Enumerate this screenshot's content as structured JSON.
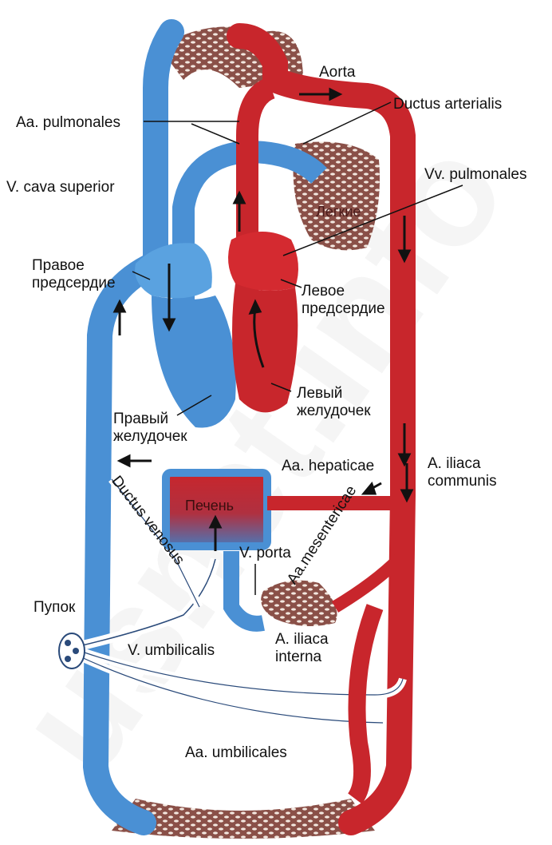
{
  "colors": {
    "venous": "#4a90d4",
    "arterial": "#c8262c",
    "mixed": "#5a4cb8",
    "capillary": "#8a5048",
    "umbilical": "#ffffff",
    "watermark": "#f4f4f4"
  },
  "labels": {
    "aorta": "Aorta",
    "ductus_arterialis": "Ductus arterialis",
    "aa_pulmonales": "Aa. pulmonales",
    "v_cava_superior": "V. cava superior",
    "vv_pulmonales": "Vv. pulmonales",
    "legkie": "Легкие",
    "pravoe_predserdie": "Правое\nпредсердие",
    "levoe_predserdie": "Левое\nпредсердие",
    "levyi_zheludochek": "Левый\nжелудочек",
    "pravyi_zheludochek": "Правый\nжелудочек",
    "aa_hepaticae": "Aa. hepaticae",
    "a_iliaca_communis": "A. iliaca\ncommunis",
    "pechen": "Печень",
    "ductus_venosus": "Ductus venosus",
    "v_porta": "V. porta",
    "aa_mesentericae": "Aa.mesentericae",
    "pupok": "Пупок",
    "v_umbilicalis": "V. umbilicalis",
    "a_iliaca_interna": "A. iliaca\ninterna",
    "aa_umbilicales": "Aa. umbilicales"
  },
  "watermark": {
    "text": "usnet.info"
  }
}
